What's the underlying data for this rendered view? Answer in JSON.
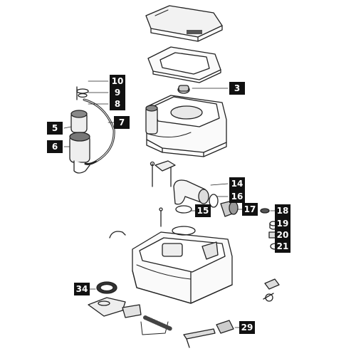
{
  "callouts": {
    "c3": "3",
    "c5": "5",
    "c6": "6",
    "c7": "7",
    "c8": "8",
    "c9": "9",
    "c10": "10",
    "c14": "14",
    "c15": "15",
    "c16": "16",
    "c17": "17",
    "c18": "18",
    "c19": "19",
    "c20": "20",
    "c21": "21",
    "c29": "29",
    "c34": "34"
  },
  "colors": {
    "badge_bg": "#111111",
    "badge_text": "#ffffff",
    "line": "#222222"
  }
}
